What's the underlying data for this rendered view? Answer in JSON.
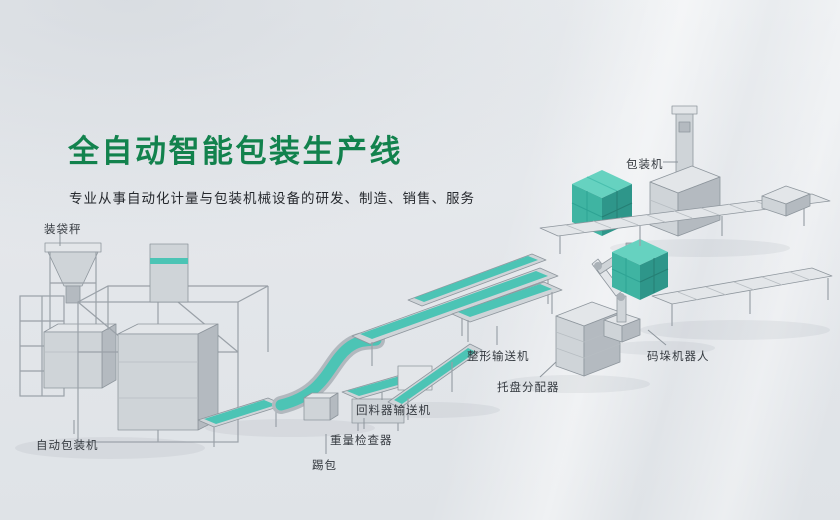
{
  "banner": {
    "title": "全自动智能包装生产线",
    "subtitle": "专业从事自动化计量与包装机械设备的研发、制造、销售、服务"
  },
  "labels": [
    {
      "id": "bagging-scale",
      "text": "装袋秤"
    },
    {
      "id": "packing-machine",
      "text": "包装机"
    },
    {
      "id": "auto-packing-machine",
      "text": "自动包装机"
    },
    {
      "id": "bag-kicker",
      "text": "踢包"
    },
    {
      "id": "weight-checker",
      "text": "重量检查器"
    },
    {
      "id": "return-feeder-conveyor",
      "text": "回料器输送机"
    },
    {
      "id": "shaping-conveyor",
      "text": "整形输送机"
    },
    {
      "id": "pallet-dispenser",
      "text": "托盘分配器"
    },
    {
      "id": "palletizing-robot",
      "text": "码垛机器人"
    }
  ],
  "colors": {
    "title_green": "#12824d",
    "belt_teal": "#4cc4b5",
    "box_teal": "#45b9a7",
    "machine_gray": "#cfd4d8",
    "background": "#e8ebee",
    "label_text": "#353a40"
  }
}
